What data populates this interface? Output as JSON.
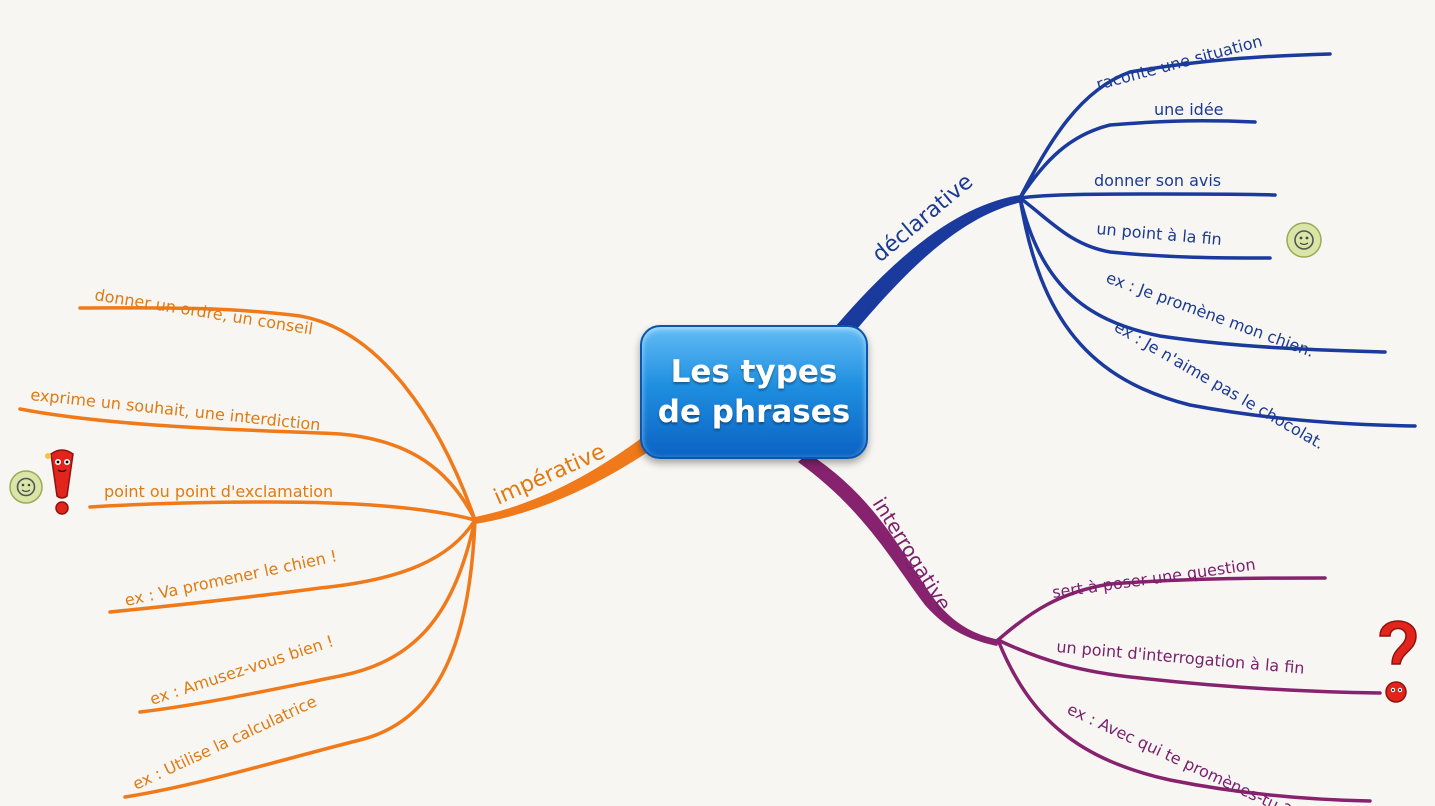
{
  "center": {
    "line1": "Les types",
    "line2": "de phrases"
  },
  "colors": {
    "imperative": "#f07a1a",
    "declarative": "#1a3a9e",
    "interrogative": "#86226e",
    "center": "#1f8fe0"
  },
  "branches": {
    "imperative": {
      "label": "impérative",
      "items": [
        "donner un ordre, un conseil",
        "exprime un souhait, une interdiction",
        "point ou point d'exclamation",
        "ex : Va promener le chien !",
        "ex : Amusez-vous bien !",
        "ex : Utilise la calculatrice"
      ]
    },
    "declarative": {
      "label": "déclarative",
      "items": [
        "raconte une situation",
        "une idée",
        "donner son avis",
        "un point à la fin",
        "ex : Je promène mon chien.",
        "ex : Je n'aime pas le chocolat."
      ]
    },
    "interrogative": {
      "label": "interrogative",
      "items": [
        "sert à poser une question",
        "un point d'interrogation à la fin",
        "ex : Avec qui te promènes-tu ?"
      ]
    }
  },
  "icons": {
    "exclamation": "exclamation-mark-mascot-icon",
    "question": "question-mark-mascot-icon",
    "smiley": "smiley-badge-icon"
  }
}
